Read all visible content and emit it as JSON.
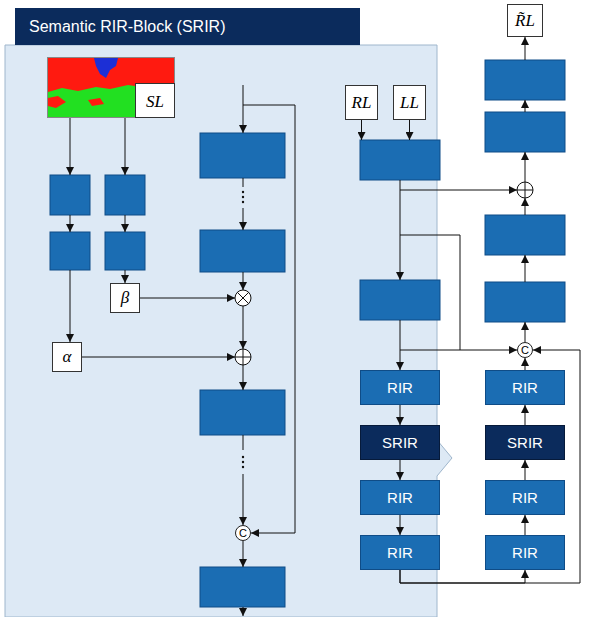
{
  "diagram": {
    "nodes": [
      {
        "text": [
          "Semantic RIR-Block (SRIR)"
        ]
      },
      {
        "text": [
          "SL"
        ],
        "in": 0
      },
      {
        "text": [
          "β"
        ],
        "in": 0
      },
      {
        "text": [
          "α"
        ],
        "in": 0
      },
      {
        "text": [
          "C"
        ],
        "in": 0
      },
      {
        "text": [
          "RL"
        ]
      },
      {
        "text": [
          "LL"
        ]
      },
      {
        "text": [
          "R̃L"
        ]
      },
      {
        "text": [
          "C"
        ]
      },
      {
        "text": [
          "RIR"
        ]
      },
      {
        "text": [
          "SRIR"
        ]
      },
      {
        "text": [
          "RIR"
        ]
      },
      {
        "text": [
          "RIR"
        ]
      },
      {
        "text": [
          "RIR"
        ]
      },
      {
        "text": [
          "SRIR"
        ]
      },
      {
        "text": [
          "RIR"
        ]
      },
      {
        "text": [
          "RIR"
        ]
      }
    ],
    "edges": [
      {
        "from": 9,
        "to": 10,
        "arrow": "to"
      },
      {
        "from": 10,
        "to": 11,
        "arrow": "to"
      },
      {
        "from": 11,
        "to": 12,
        "arrow": "to"
      },
      {
        "from": 12,
        "to": 16,
        "arrow": "to"
      },
      {
        "from": 16,
        "to": 15,
        "arrow": "to"
      },
      {
        "from": 15,
        "to": 14,
        "arrow": "to"
      },
      {
        "from": 14,
        "to": 13,
        "arrow": "to"
      },
      {
        "from": 13,
        "to": 8,
        "arrow": "to"
      },
      {
        "from": 12,
        "to": 8,
        "arrow": "to"
      }
    ]
  }
}
